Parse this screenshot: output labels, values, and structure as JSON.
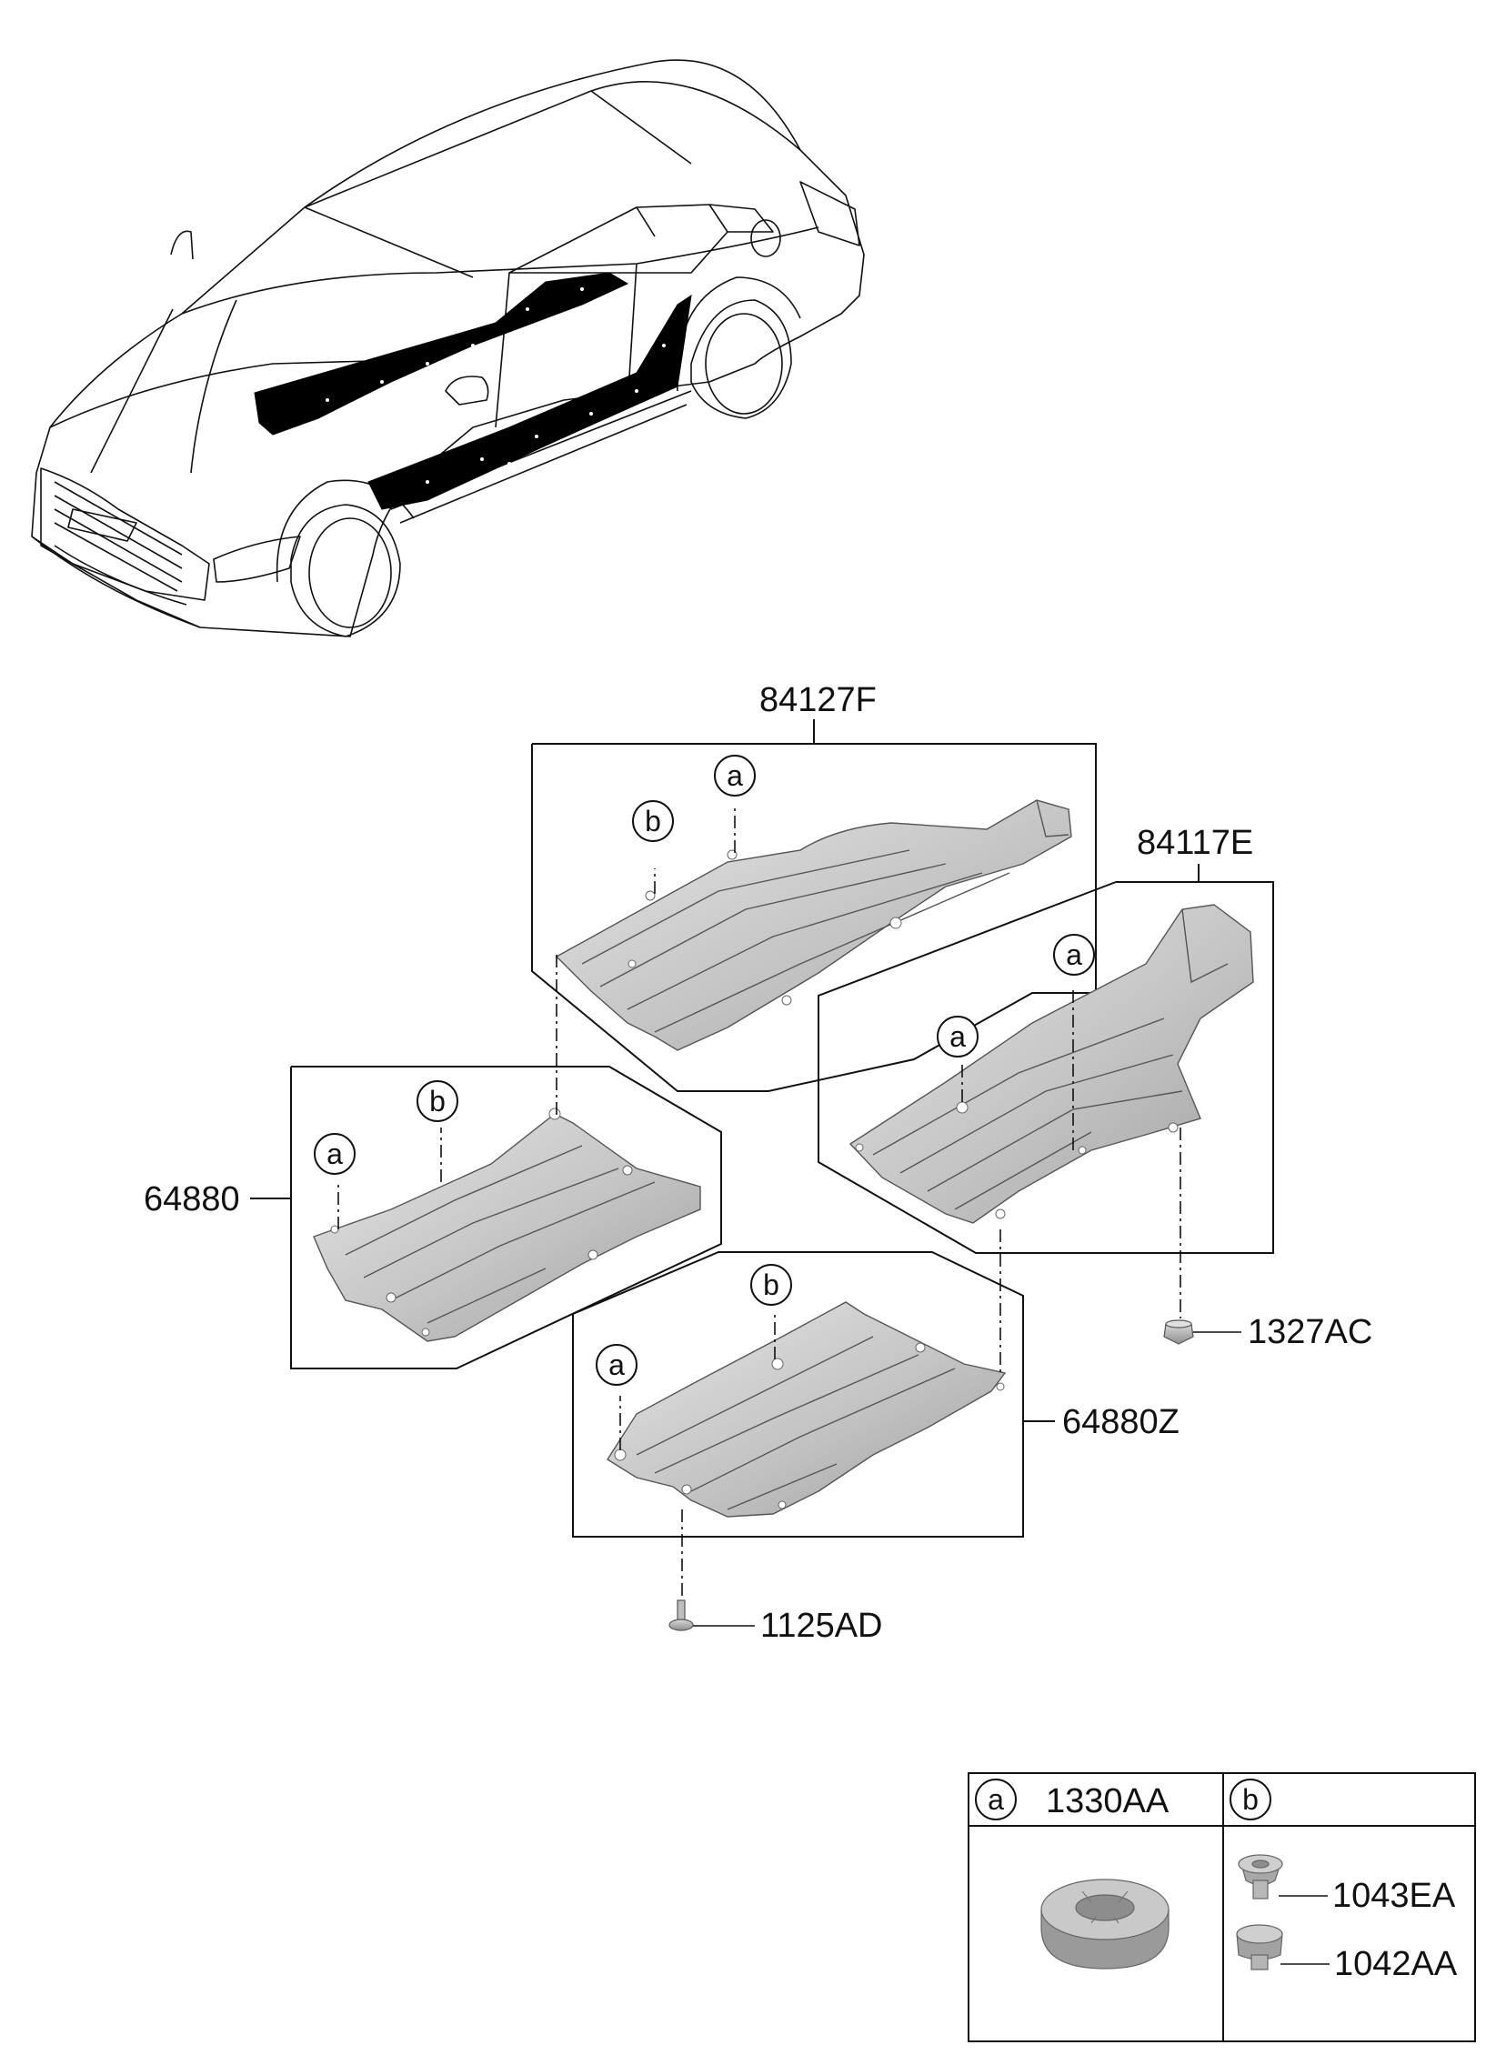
{
  "parts": [
    {
      "id": "84127F",
      "label": "84127F"
    },
    {
      "id": "84117E",
      "label": "84117E"
    },
    {
      "id": "64880",
      "label": "64880"
    },
    {
      "id": "64880Z",
      "label": "64880Z"
    },
    {
      "id": "1327AC",
      "label": "1327AC"
    },
    {
      "id": "1125AD",
      "label": "1125AD"
    }
  ],
  "callouts": {
    "a": "a",
    "b": "b"
  },
  "legend": {
    "a": {
      "marker": "a",
      "part": "1330AA"
    },
    "b": {
      "marker": "b",
      "parts": [
        "1043EA",
        "1042AA"
      ]
    }
  },
  "colors": {
    "line": "#111111",
    "silhouette": "#000000",
    "panel_fill": "#c8c8c8",
    "panel_dark": "#9a9a9a",
    "panel_light": "#e4e4e4"
  }
}
